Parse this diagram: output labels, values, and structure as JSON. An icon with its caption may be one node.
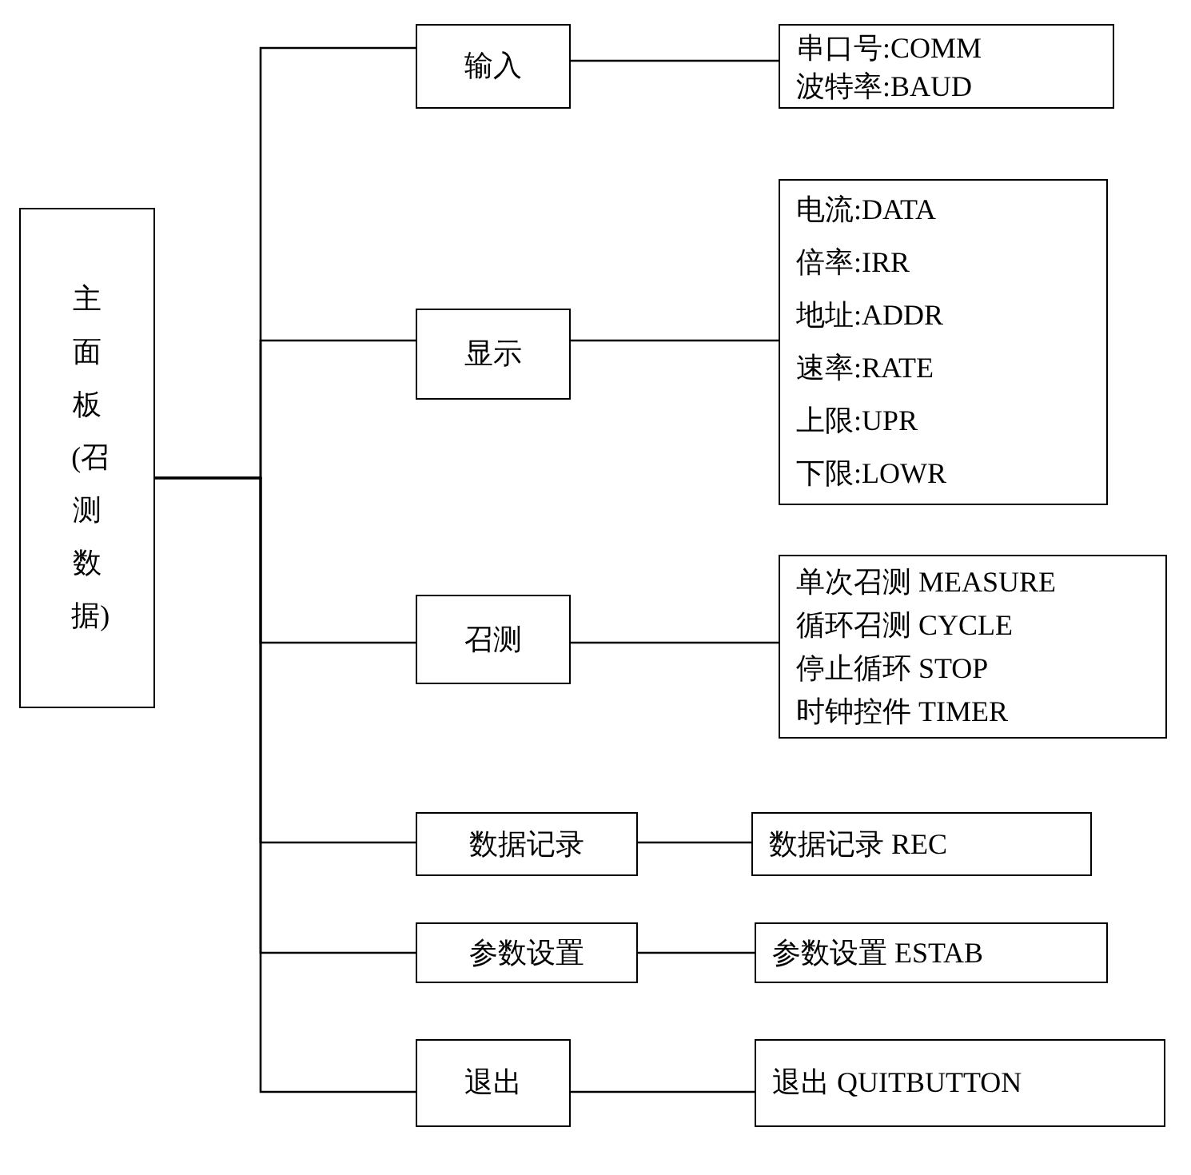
{
  "diagram": {
    "nodes": [
      {
        "text": [
          "主面板(召测数据)"
        ]
      },
      {
        "text": [
          "输入"
        ]
      },
      {
        "text": [
          "串口号:COMM",
          "波特率:BAUD"
        ]
      },
      {
        "text": [
          "显示"
        ]
      },
      {
        "text": [
          "电流:DATA",
          "倍率:IRR",
          "地址:ADDR",
          "速率:RATE",
          "上限:UPR",
          "下限:LOWR"
        ]
      },
      {
        "text": [
          "召测"
        ]
      },
      {
        "text": [
          "单次召测 MEASURE",
          "循环召测 CYCLE",
          "停止循环 STOP",
          "时钟控件 TIMER"
        ]
      },
      {
        "text": [
          "数据记录"
        ]
      },
      {
        "text": [
          "数据记录 REC"
        ]
      },
      {
        "text": [
          "参数设置"
        ]
      },
      {
        "text": [
          "参数设置 ESTAB"
        ]
      },
      {
        "text": [
          "退出"
        ]
      },
      {
        "text": [
          "退出 QUITBUTTON"
        ]
      }
    ],
    "edges": [
      {
        "from": 0,
        "to": 1,
        "arrow": "none"
      },
      {
        "from": 0,
        "to": 3,
        "arrow": "none"
      },
      {
        "from": 0,
        "to": 5,
        "arrow": "none"
      },
      {
        "from": 0,
        "to": 7,
        "arrow": "none"
      },
      {
        "from": 0,
        "to": 9,
        "arrow": "none"
      },
      {
        "from": 0,
        "to": 11,
        "arrow": "none"
      },
      {
        "from": 1,
        "to": 2,
        "arrow": "none"
      },
      {
        "from": 3,
        "to": 4,
        "arrow": "none"
      },
      {
        "from": 5,
        "to": 6,
        "arrow": "none"
      },
      {
        "from": 7,
        "to": 8,
        "arrow": "none"
      },
      {
        "from": 9,
        "to": 10,
        "arrow": "none"
      },
      {
        "from": 11,
        "to": 12,
        "arrow": "none"
      }
    ]
  }
}
